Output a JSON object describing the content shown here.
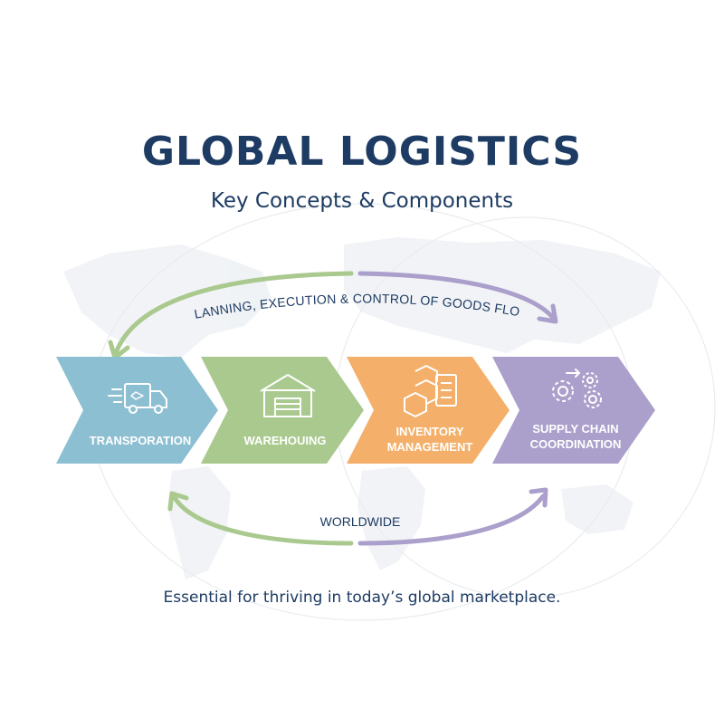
{
  "header": {
    "title": "GLOBAL LOGISTICS",
    "subtitle": "Key Concepts & Components"
  },
  "flow": {
    "top_label": "PLANNING, EXECUTION & CONTROL OF GOODS FLOW",
    "bottom_label": "WORLDWIDE"
  },
  "stages": [
    {
      "label": "TRANSPORATION",
      "icon": "truck-icon",
      "color": "#8cbfd1"
    },
    {
      "label": "WAREHOUING",
      "icon": "warehouse-icon",
      "color": "#a9c98e"
    },
    {
      "label_lines": [
        "INVENTORY",
        "MANAGEMENT"
      ],
      "icon": "inventory-icon",
      "color": "#f4b06a"
    },
    {
      "label_lines": [
        "SUPPLY CHAIN",
        "COORDINATION"
      ],
      "icon": "gears-icon",
      "color": "#ab9fcb"
    }
  ],
  "footer": {
    "text": "Essential for thriving in today’s global marketplace."
  },
  "colors": {
    "heading": "#1d3b63",
    "arrow_green": "#a9c98e",
    "arrow_purple": "#ab9fcb"
  }
}
